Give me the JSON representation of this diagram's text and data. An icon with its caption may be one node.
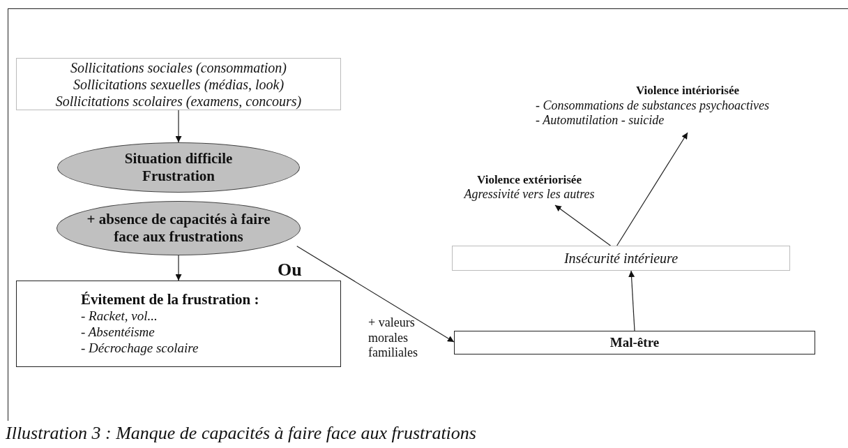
{
  "diagram": {
    "caption": "Illustration 3 : Manque de capacités à faire face aux frustrations",
    "nodes": [
      {
        "text": [
          "Sollicitations sociales (consommation)",
          "Sollicitations sexuelles (médias, look)",
          "Sollicitations scolaires (examens, concours)"
        ]
      },
      {
        "text": [
          "Situation difficile",
          "Frustration"
        ]
      },
      {
        "text": [
          "+ absence de capacités à faire face aux frustrations"
        ]
      },
      {
        "text": [
          "Évitement de la frustration :",
          "- Racket, vol...",
          "- Absentéisme",
          "- Décrochage scolaire"
        ]
      },
      {
        "text": [
          "Mal-être"
        ]
      },
      {
        "text": [
          "Insécurité intérieure"
        ]
      },
      {
        "text": [
          "Violence extériorisée",
          "Agressivité vers les autres"
        ]
      },
      {
        "text": [
          "Violence intériorisée",
          "- Consommations de substances psychoactives",
          "- Automutilation - suicide"
        ]
      }
    ],
    "edges": [
      {
        "from": 0,
        "to": 1,
        "arrow": "to"
      },
      {
        "from": 2,
        "to": 3,
        "arrow": "to"
      },
      {
        "from": 2,
        "to": 4,
        "arrow": "to",
        "label": "+ valeurs morales familiales"
      },
      {
        "from": 4,
        "to": 5,
        "arrow": "to"
      },
      {
        "from": 5,
        "to": 6,
        "arrow": "to"
      },
      {
        "from": 5,
        "to": 7,
        "arrow": "to"
      }
    ],
    "labels": [
      "Ou"
    ]
  }
}
